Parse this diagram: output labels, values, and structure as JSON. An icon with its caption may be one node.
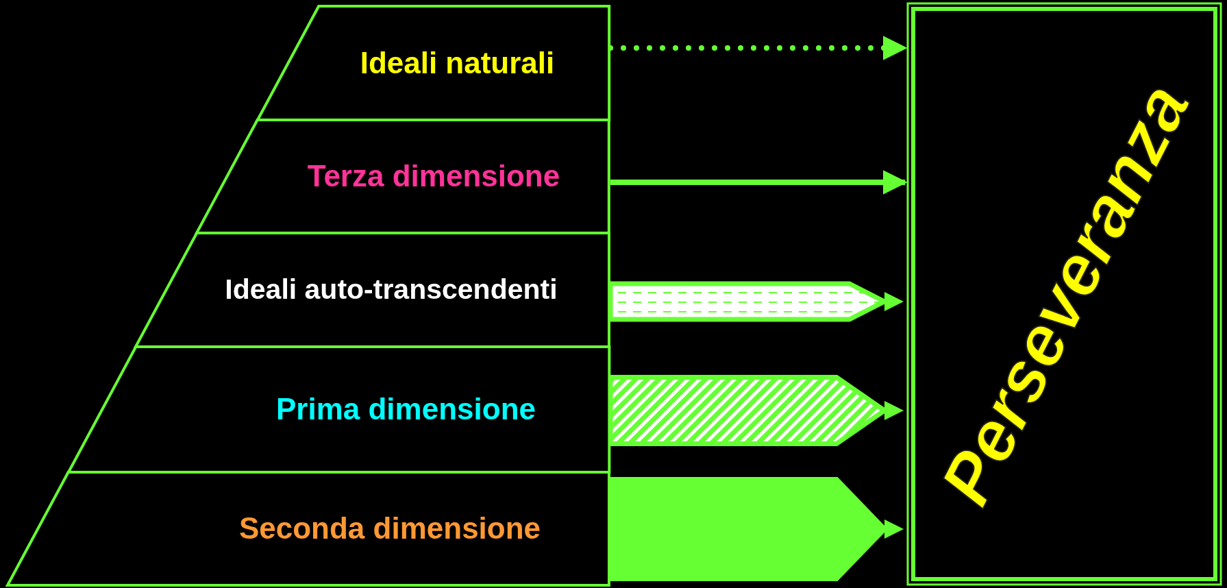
{
  "diagram": {
    "nodes": [
      {
        "text": [
          "Ideali naturali"
        ]
      },
      {
        "text": [
          "Terza dimensione"
        ]
      },
      {
        "text": [
          "Ideali auto-transcendenti"
        ]
      },
      {
        "text": [
          "Prima dimensione"
        ]
      },
      {
        "text": [
          "Seconda dimensione"
        ]
      },
      {
        "text": [
          "Perseveranza"
        ]
      }
    ],
    "edges": [
      {
        "from": 0,
        "to": 5,
        "arrow": "to",
        "style": "dashed"
      },
      {
        "from": 1,
        "to": 5,
        "arrow": "to"
      },
      {
        "from": 2,
        "to": 5,
        "arrow": "to",
        "style": "thick"
      },
      {
        "from": 3,
        "to": 5,
        "arrow": "to",
        "style": "thick"
      },
      {
        "from": 4,
        "to": 5,
        "arrow": "to",
        "style": "thick"
      }
    ]
  }
}
